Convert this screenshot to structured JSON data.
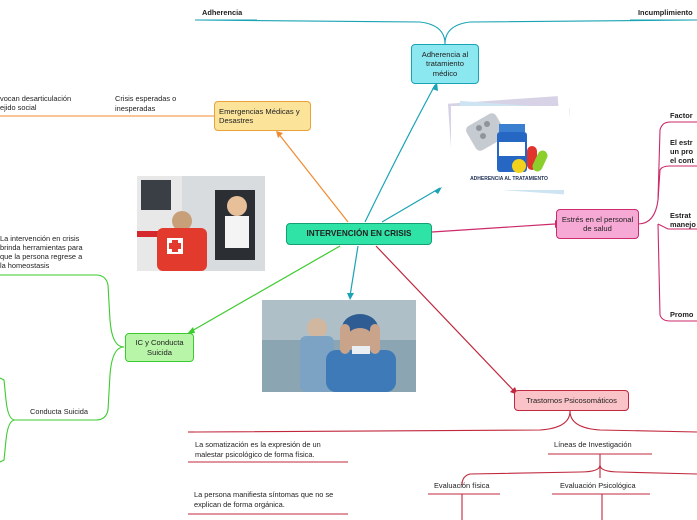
{
  "central": {
    "label": "INTERVENCIÓN EN CRISIS"
  },
  "branches": {
    "adherencia_box": "Adherencia al tratamiento médico",
    "adherencia_top": "Adherencia",
    "incumplimiento_top": "Incumplimiento",
    "emergencias": "Emergencias Médicas y Desastres",
    "crisis_esperadas": "Crisis esperadas o inesperadas",
    "provocan": "vocan desarticulación",
    "tejido": "ejido social",
    "estres": "Estrés en el personal de salud",
    "factor": "Factor",
    "el_estr": "El estr",
    "un_pro": "un pro",
    "el_cont": "el cont",
    "estrat": "Estrat",
    "manejo": "manejo",
    "promo": "Promo",
    "ic_conducta": "IC y Conducta Suicida",
    "intervencion_1": "La intervención en crisis",
    "intervencion_2": "brinda herramientas para",
    "intervencion_3": "que la persona regrese a",
    "intervencion_4": "la homeostasis",
    "conducta_suicida": "Conducta Suicida",
    "trastornos": "Trastornos Psicosomáticos",
    "somatizacion": "La somatización es la expresión de un malestar psicológico de forma física.",
    "manifiesta": "La persona manifiesta síntomas que no se explican de forma orgánica.",
    "lineas": "Líneas de Investigación",
    "eval_fisica": "Evaluación física",
    "eval_psico": "Evaluación Psicológica"
  },
  "image_caption": "ADHERENCIA AL TRATAMIENTO",
  "colors": {
    "teal": "#1aa3b5",
    "orange": "#f28a30",
    "pink": "#cc2a6a",
    "green": "#3ccb2e",
    "crimson": "#c0283d",
    "central_bg": "#2fe3a6"
  }
}
